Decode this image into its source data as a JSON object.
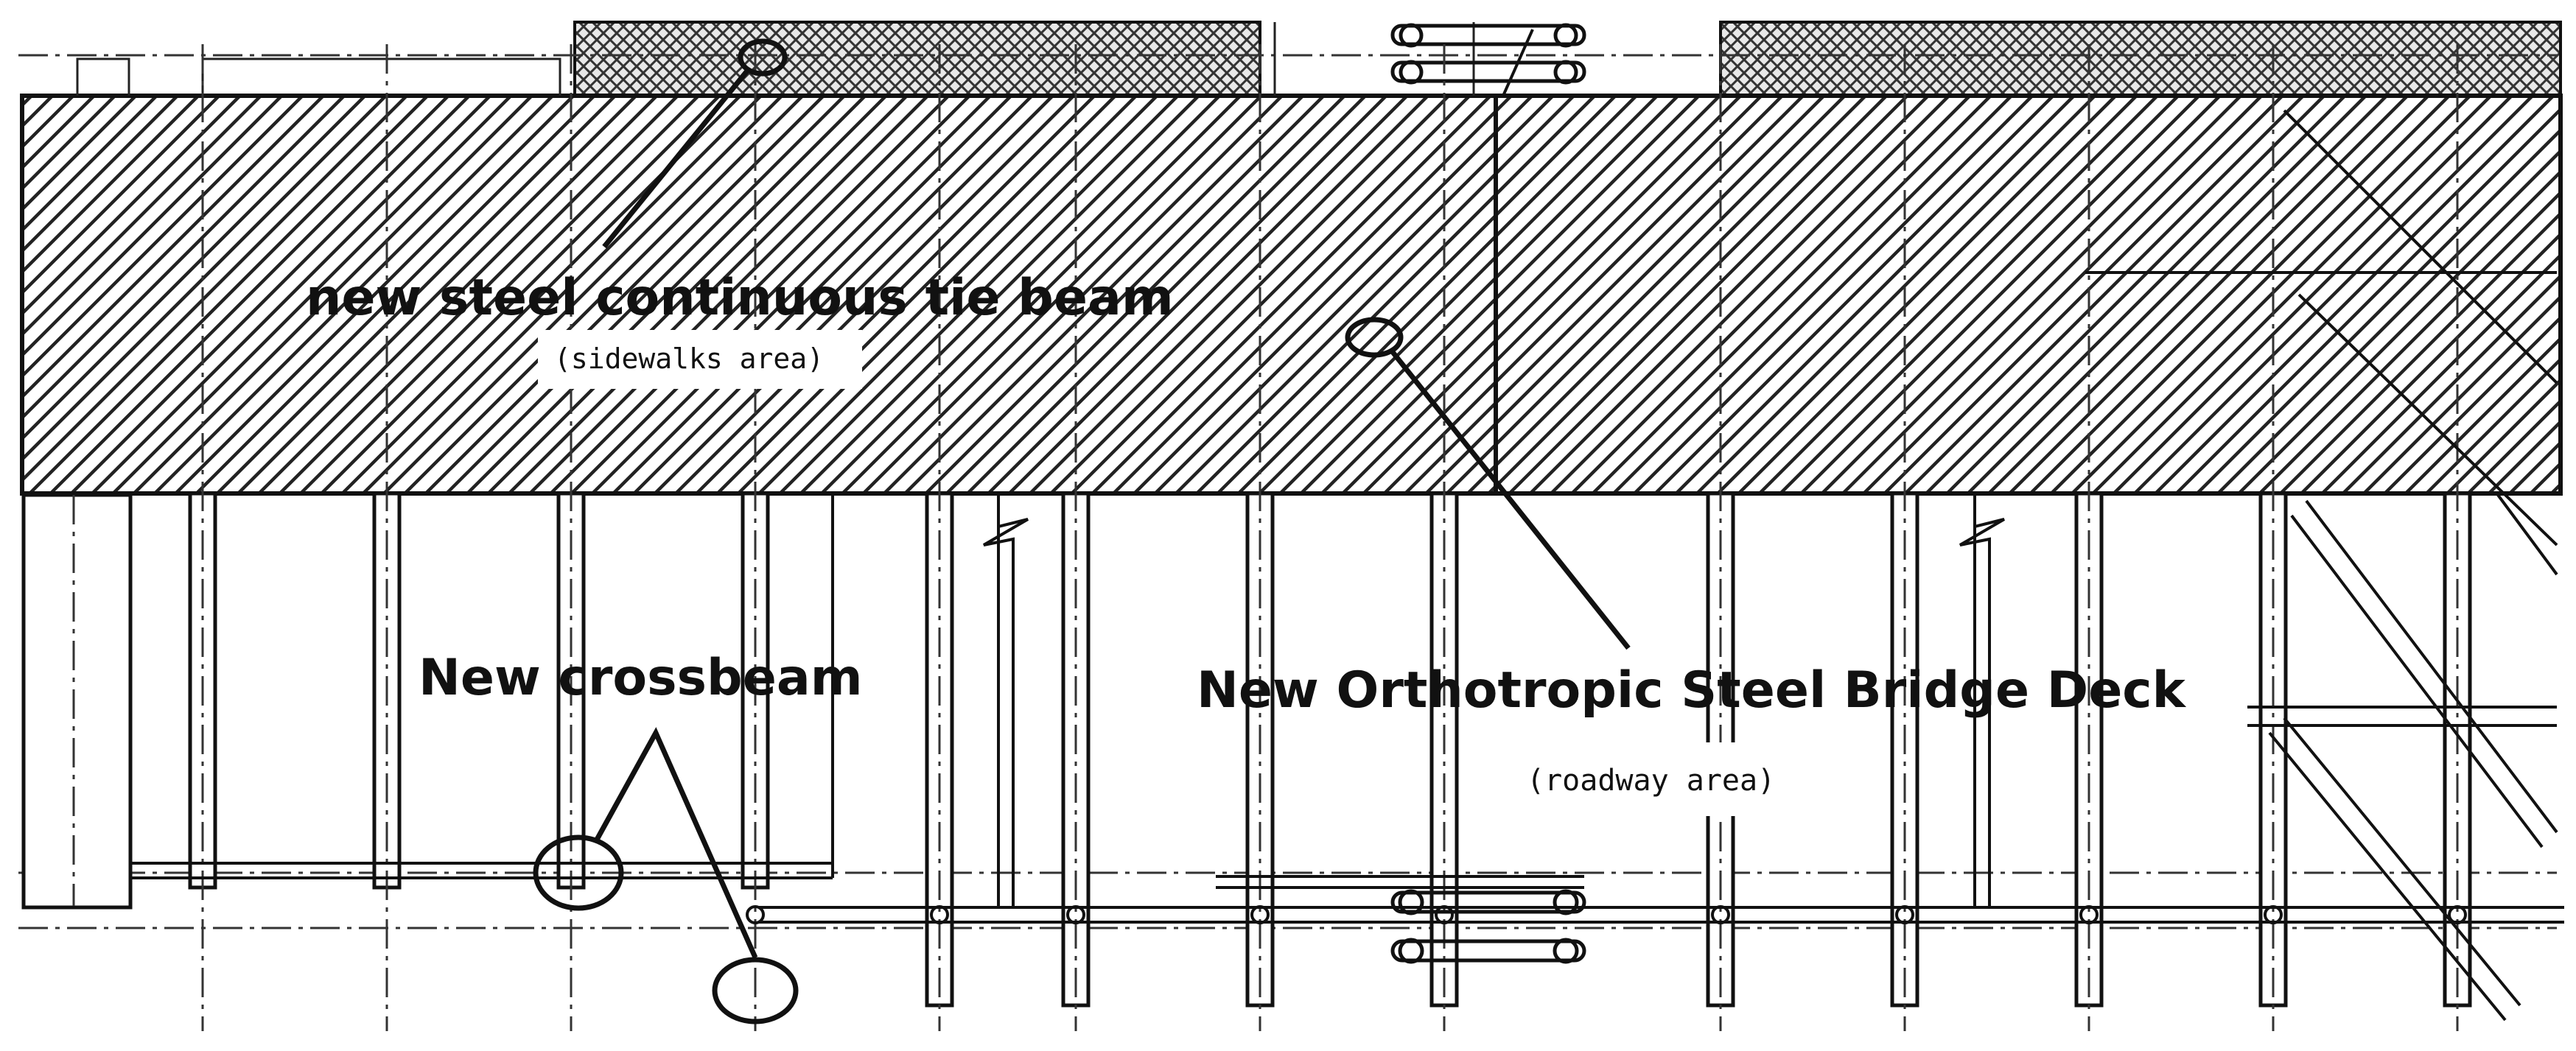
{
  "diagram": {
    "labels": {
      "tie_beam": "new steel continuous tie beam",
      "sidewalks": "(sidewalks area)",
      "crossbeam": "New crossbeam",
      "deck": "New Orthotropic Steel Bridge Deck",
      "roadway": "(roadway area)"
    }
  }
}
